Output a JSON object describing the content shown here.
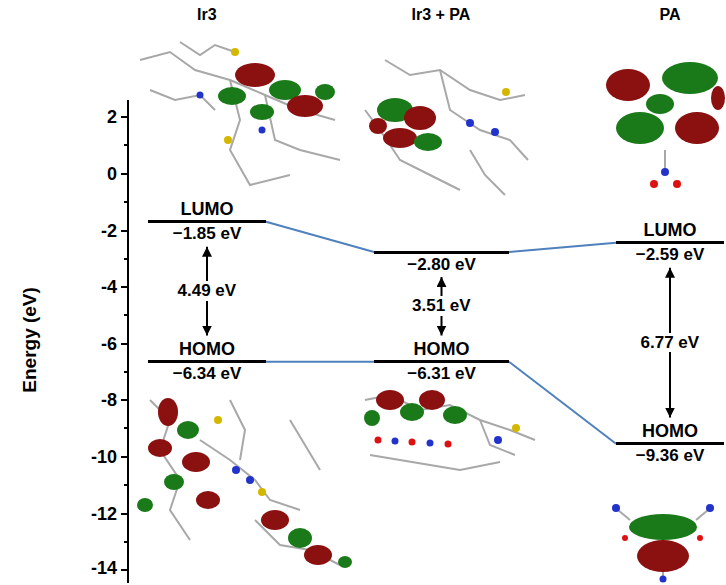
{
  "diagram": {
    "nodes": [
      {
        "text": [
          "LUMO",
          "−1.85 eV"
        ]
      },
      {
        "text": [
          "HOMO",
          "−6.34 eV"
        ]
      },
      {
        "text": [
          "−2.80 eV"
        ]
      },
      {
        "text": [
          "HOMO",
          "−6.31 eV"
        ]
      },
      {
        "text": [
          "LUMO",
          "−2.59 eV"
        ]
      },
      {
        "text": [
          "HOMO",
          "−9.36 eV"
        ]
      }
    ],
    "edges": [
      {
        "from": 0,
        "to": 1,
        "arrow": "both",
        "label": "4.49 eV"
      },
      {
        "from": 2,
        "to": 3,
        "arrow": "both",
        "label": "3.51 eV"
      },
      {
        "from": 4,
        "to": 5,
        "arrow": "both",
        "label": "6.77 eV"
      },
      {
        "from": 0,
        "to": 2,
        "arrow": "none"
      },
      {
        "from": 2,
        "to": 4,
        "arrow": "none"
      },
      {
        "from": 1,
        "to": 3,
        "arrow": "none"
      },
      {
        "from": 3,
        "to": 5,
        "arrow": "none"
      }
    ],
    "labels": [
      "Ir3",
      "Ir3 + PA",
      "PA",
      "Energy (eV)",
      "2",
      "0",
      "-2",
      "-4",
      "-6",
      "-8",
      "-10",
      "-12",
      "-14"
    ]
  }
}
